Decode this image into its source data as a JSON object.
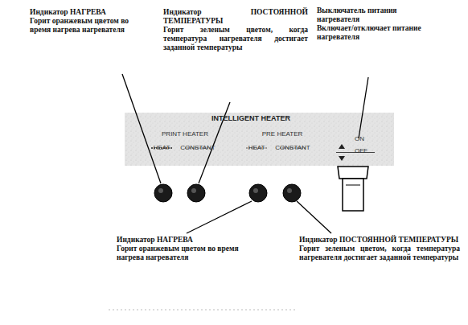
{
  "diagram": {
    "nodes": [
      {
        "text": [
          "INTELLIGENT HEATER",
          "PRINT HEATER",
          "HEAT",
          "CONSTANT",
          "PRE HEATER",
          "HEAT",
          "CONSTANT",
          "ON",
          "OFF"
        ]
      }
    ],
    "labels": [
      "Индикатор НАГРЕВА",
      "Горит оранжевым цветом во время нагрева нагревателя",
      "Индикатор ПОСТОЯННОЙ ТЕМПЕРАТУРЫ",
      "Горит зеленым цветом, когда температура нагревателя достигает заданной температуры",
      "Выключатель питания нагревателя",
      "Включает/отключает питание нагревателя",
      "Индикатор НАГРЕВА",
      "Горит оранжевым цветом во время нагрева нагревателя",
      "Индикатор ПОСТОЯННОЙ ТЕМПЕРАТУРЫ",
      "Горит зеленым цветом, когда температура нагревателя достигает заданной температуры"
    ]
  }
}
